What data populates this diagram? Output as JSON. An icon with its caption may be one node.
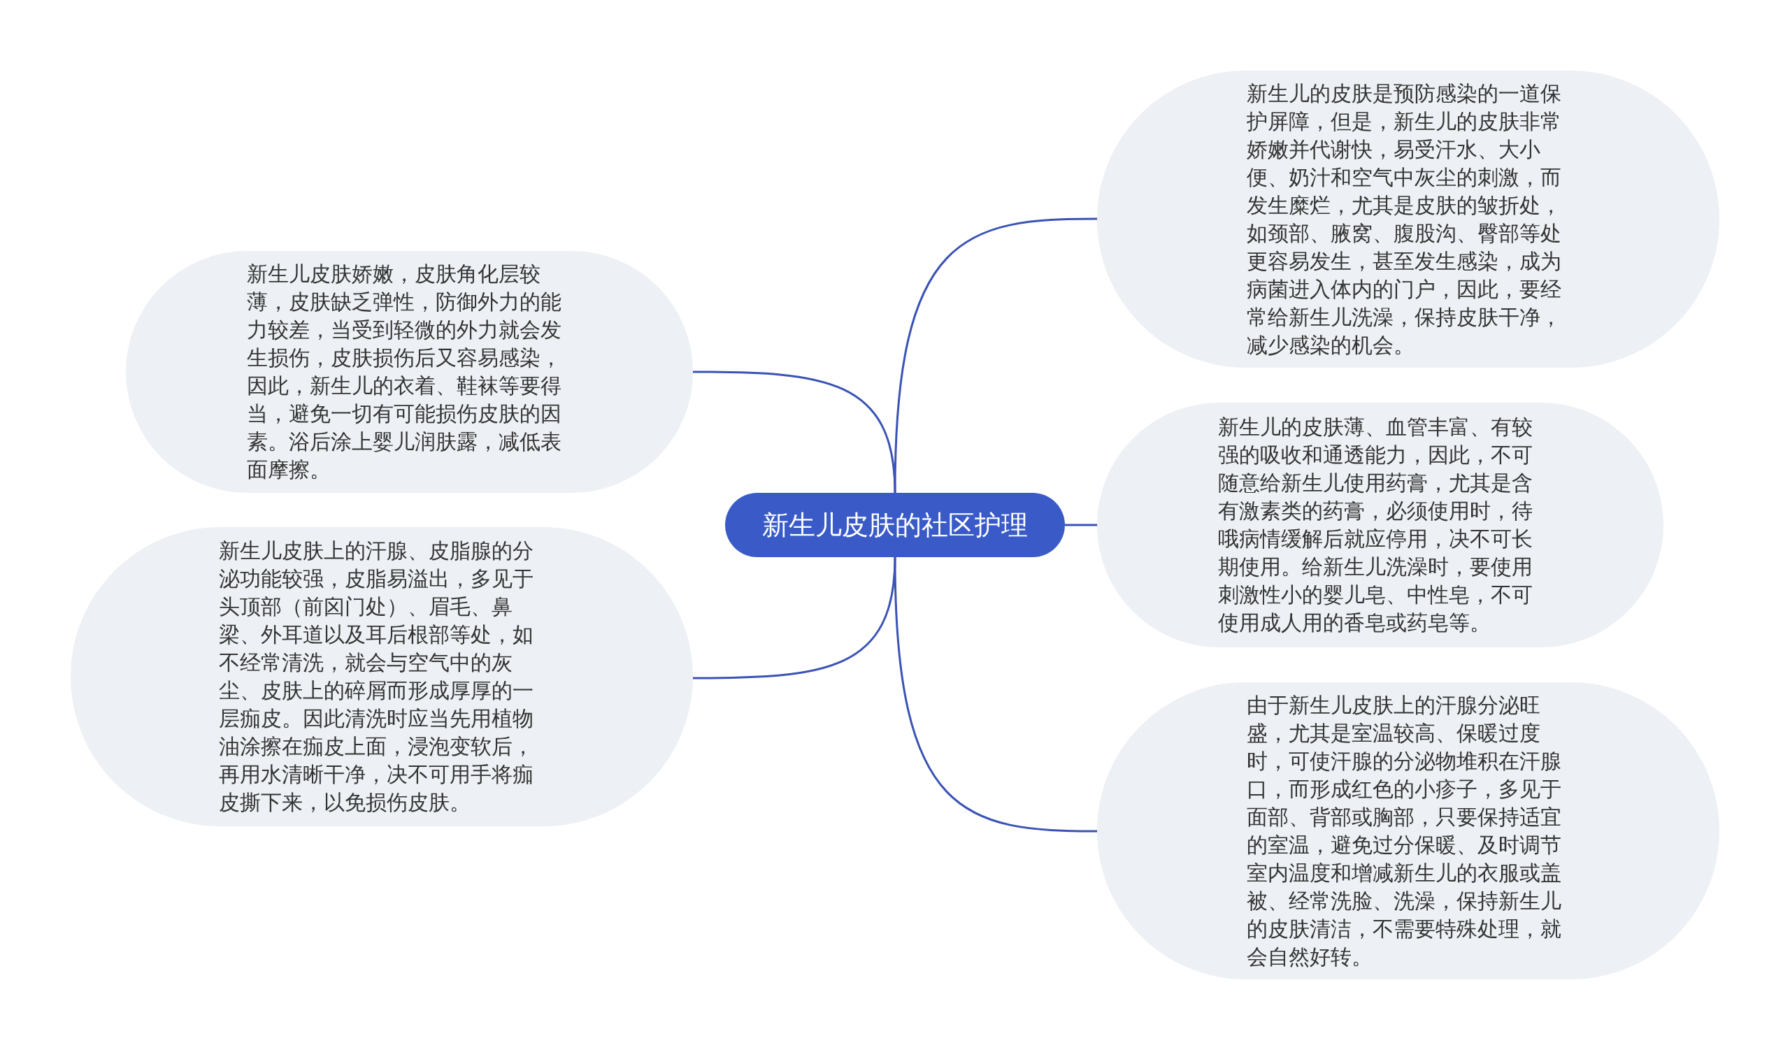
{
  "diagram": {
    "nodes": [
      {
        "text": [
          "新生儿皮肤的社区护理"
        ]
      },
      {
        "text": [
          "新生儿皮肤娇嫩，皮肤角化层较薄，皮肤缺乏弹性，防御外力的能力较差，当受到轻微的外力就会发生损伤，皮肤损伤后又容易感染，因此，新生儿的衣着、鞋袜等要得当，避免一切有可能损伤皮肤的因素。浴后涂上婴儿润肤露，减低表面摩擦。"
        ]
      },
      {
        "text": [
          "新生儿皮肤上的汗腺、皮脂腺的分泌功能较强，皮脂易溢出，多见于头顶部（前囟门处）、眉毛、鼻梁、外耳道以及耳后根部等处，如不经常清洗，就会与空气中的灰尘、皮肤上的碎屑而形成厚厚的一层痂皮。因此清洗时应当先用植物油涂擦在痂皮上面，浸泡变软后，再用水清晰干净，决不可用手将痂皮撕下来，以免损伤皮肤。"
        ]
      },
      {
        "text": [
          "新生儿的皮肤是预防感染的一道保护屏障，但是，新生儿的皮肤非常娇嫩并代谢快，易受汗水、大小便、奶汁和空气中灰尘的刺激，而发生糜烂，尤其是皮肤的皱折处，如颈部、腋窝、腹股沟、臀部等处更容易发生，甚至发生感染，成为病菌进入体内的门户，因此，要经常给新生儿洗澡，保持皮肤干净，减少感染的机会。"
        ]
      },
      {
        "text": [
          "新生儿的皮肤薄、血管丰富、有较强的吸收和通透能力，因此，不可随意给新生儿使用药膏，尤其是含有激素类的药膏，必须使用时，待哦病情缓解后就应停用，决不可长期使用。给新生儿洗澡时，要使用刺激性小的婴儿皂、中性皂，不可使用成人用的香皂或药皂等。"
        ]
      },
      {
        "text": [
          "由于新生儿皮肤上的汗腺分泌旺盛，尤其是室温较高、保暖过度时，可使汗腺的分泌物堆积在汗腺口，而形成红色的小疹子，多见于面部、背部或胸部，只要保持适宜的室温，避免过分保暖、及时调节室内温度和增减新生儿的衣服或盖被、经常洗脸、洗澡，保持新生儿的皮肤清洁，不需要特殊处理，就会自然好转。"
        ]
      }
    ],
    "edges": [
      {
        "from": 0,
        "to": 1,
        "arrow": "none"
      },
      {
        "from": 0,
        "to": 2,
        "arrow": "none"
      },
      {
        "from": 0,
        "to": 3,
        "arrow": "none"
      },
      {
        "from": 0,
        "to": 4,
        "arrow": "none"
      },
      {
        "from": 0,
        "to": 5,
        "arrow": "none"
      }
    ]
  }
}
